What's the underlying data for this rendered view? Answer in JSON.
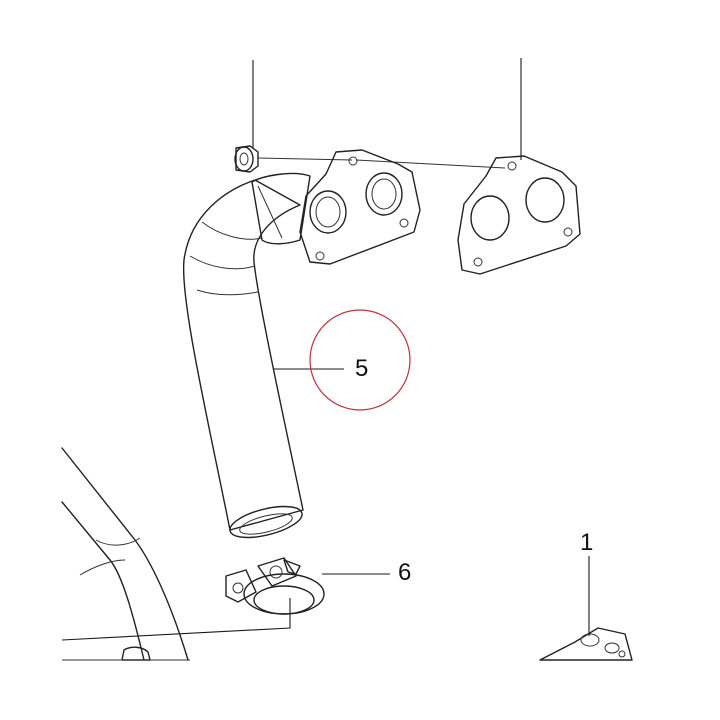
{
  "diagram": {
    "callouts": [
      {
        "id": "c1",
        "label": "1"
      },
      {
        "id": "c5",
        "label": "5"
      },
      {
        "id": "c6",
        "label": "6"
      }
    ],
    "highlight_color": "#c0303a"
  }
}
